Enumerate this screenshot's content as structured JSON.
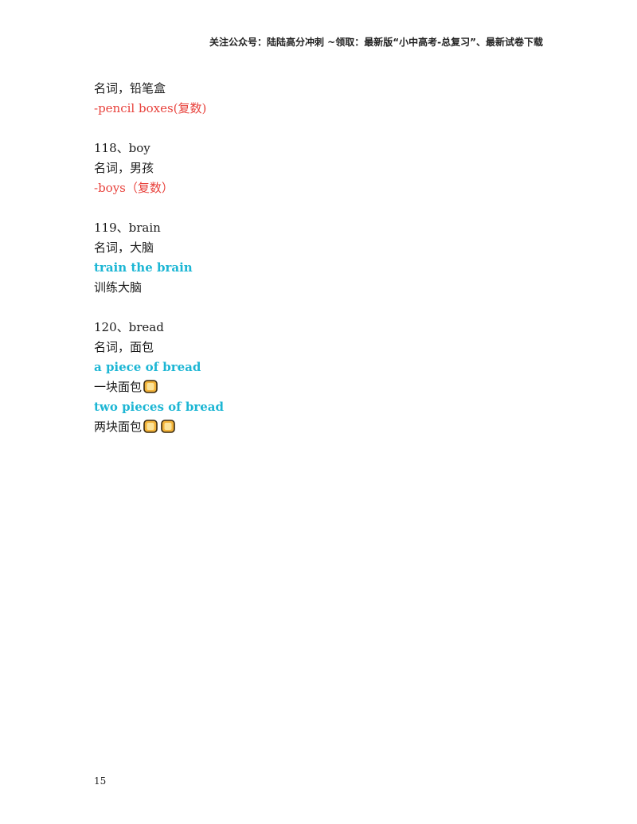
{
  "header": {
    "text": "关注公众号：陆陆高分冲刺  ~领取：最新版“小中高考-总复习”、最新试卷下载"
  },
  "entries": {
    "e117": {
      "meaning": "名词，铅笔盒",
      "plural": "-pencil boxes(复数)"
    },
    "e118": {
      "word": "118、boy",
      "meaning": "名词，男孩",
      "plural": "-boys（复数）"
    },
    "e119": {
      "word": "119、brain",
      "meaning": "名词，大脑",
      "phrase": "train the brain",
      "translation": "训练大脑"
    },
    "e120": {
      "word": "120、bread",
      "meaning": "名词，面包",
      "phrase1": "a piece of bread",
      "translation1": "一块面包",
      "phrase2": "two pieces of bread",
      "translation2": "两块面包"
    }
  },
  "icons": {
    "bread": "bread-emoji-icon"
  },
  "colors": {
    "plural_red": "#e8423c",
    "phrase_cyan": "#1cb6d4"
  },
  "footer": {
    "page_number": "15"
  }
}
